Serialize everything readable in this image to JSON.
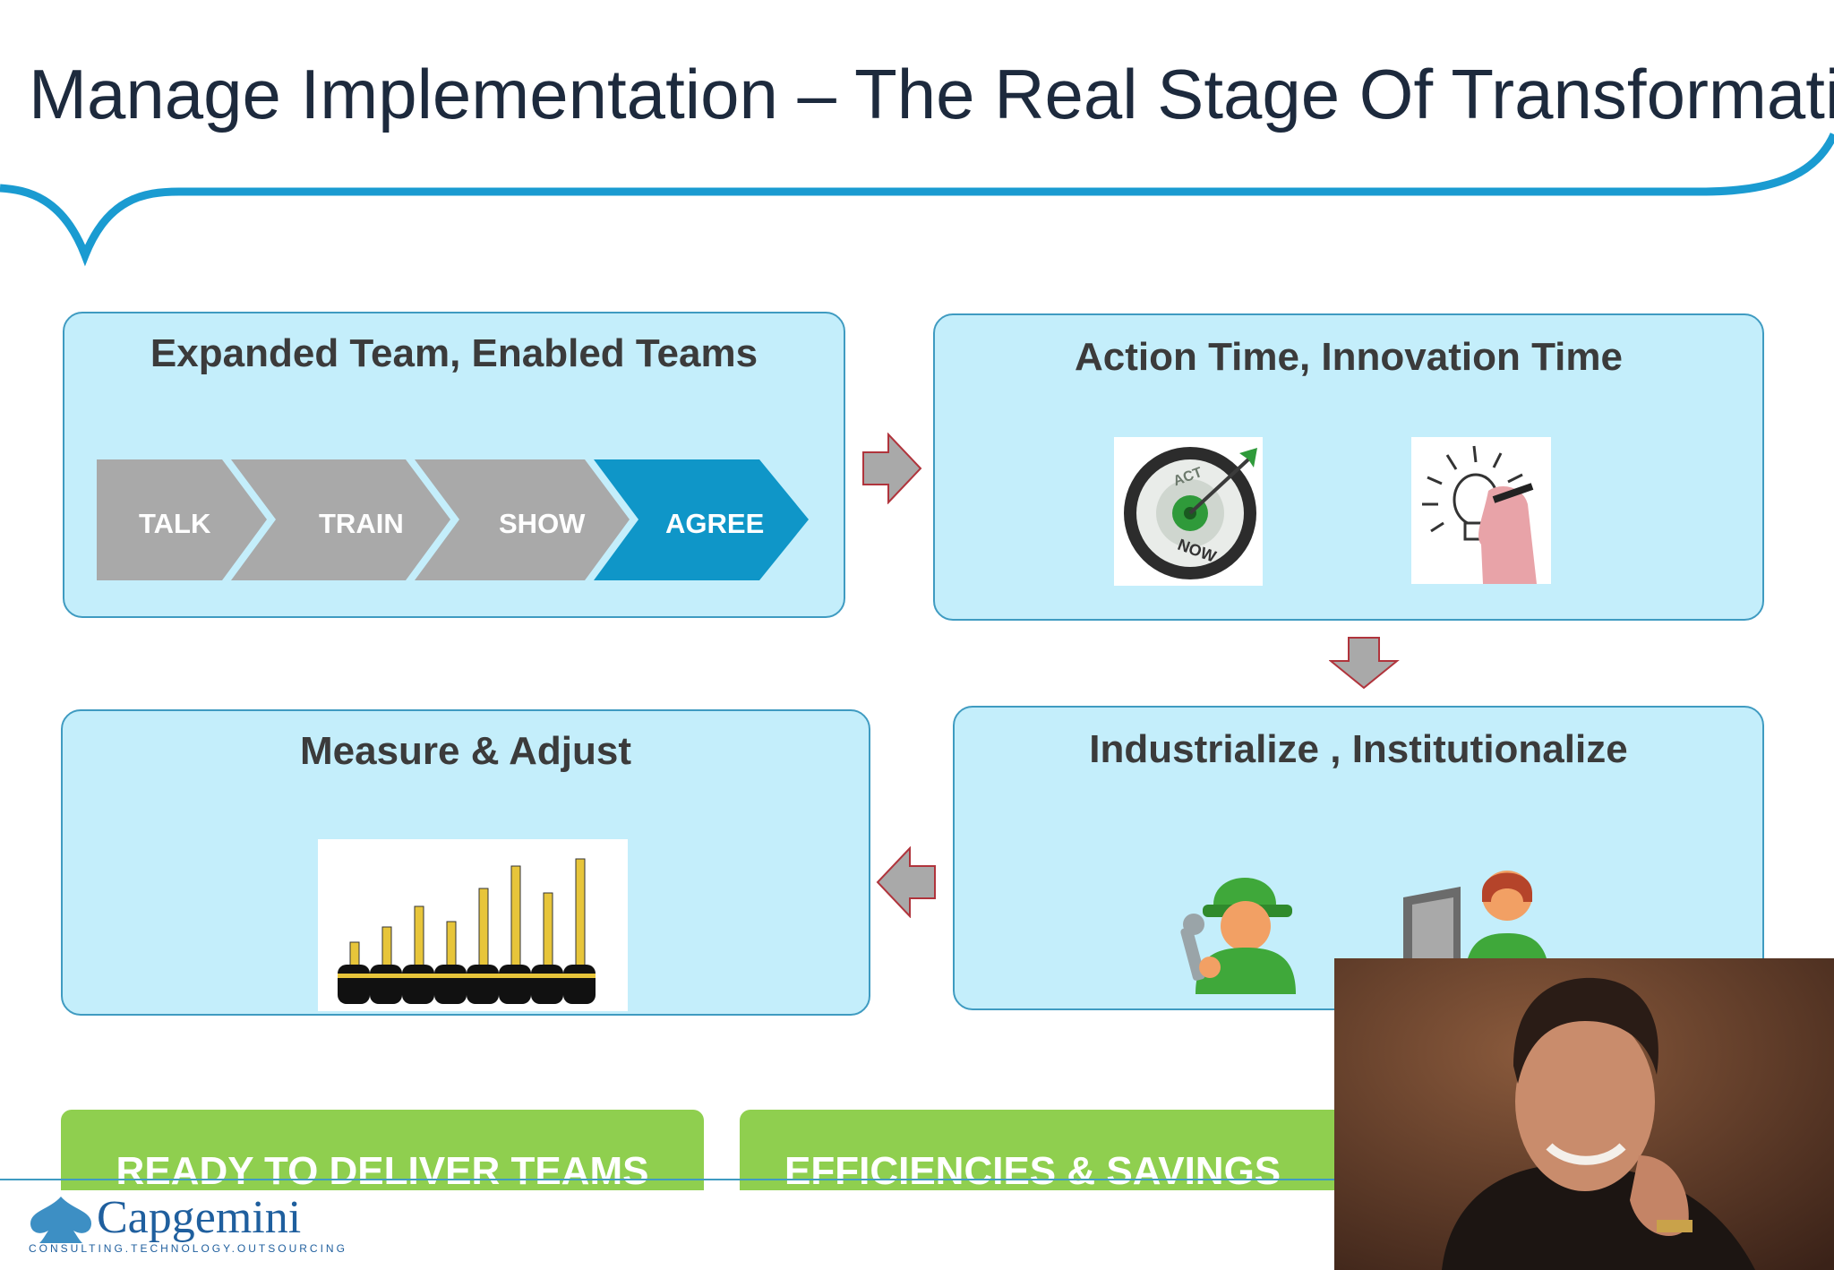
{
  "slide": {
    "title": "Manage Implementation – The Real Stage Of Transformation",
    "accent_color": "#1a9bd1",
    "box_fill_color": "#c4eefb",
    "box_border_color": "#3f9bc1",
    "chevron_gray_color": "#a9a9a9",
    "chevron_active_color": "#0f96c8",
    "green_color": "#8fcf4f"
  },
  "boxes": {
    "expanded": {
      "title": "Expanded Team, Enabled Teams",
      "steps": [
        {
          "label": "TALK",
          "active": false
        },
        {
          "label": "TRAIN",
          "active": false
        },
        {
          "label": "SHOW",
          "active": false
        },
        {
          "label": "AGREE",
          "active": true
        }
      ]
    },
    "action": {
      "title": "Action Time, Innovation Time",
      "target_text_top": "ACT",
      "target_text_bottom": "NOW",
      "icons": [
        "target-icon",
        "lightbulb-icon"
      ]
    },
    "industrialize": {
      "title": "Industrialize , Institutionalize",
      "icons": [
        "mechanic-icon",
        "computer-user-icon"
      ]
    },
    "measure": {
      "title": "Measure & Adjust",
      "icons": [
        "tape-measures-icon"
      ]
    }
  },
  "flow_arrows": [
    "arrow-right-icon",
    "arrow-down-icon",
    "arrow-left-icon"
  ],
  "tabs": [
    {
      "label": "READY TO DELIVER TEAMS"
    },
    {
      "label": "EFFICIENCIES & SAVINGS"
    }
  ],
  "logo": {
    "name": "Capgemini",
    "tagline": "CONSULTING.TECHNOLOGY.OUTSOURCING"
  },
  "webcam": {
    "icon": "presenter-video-icon"
  }
}
